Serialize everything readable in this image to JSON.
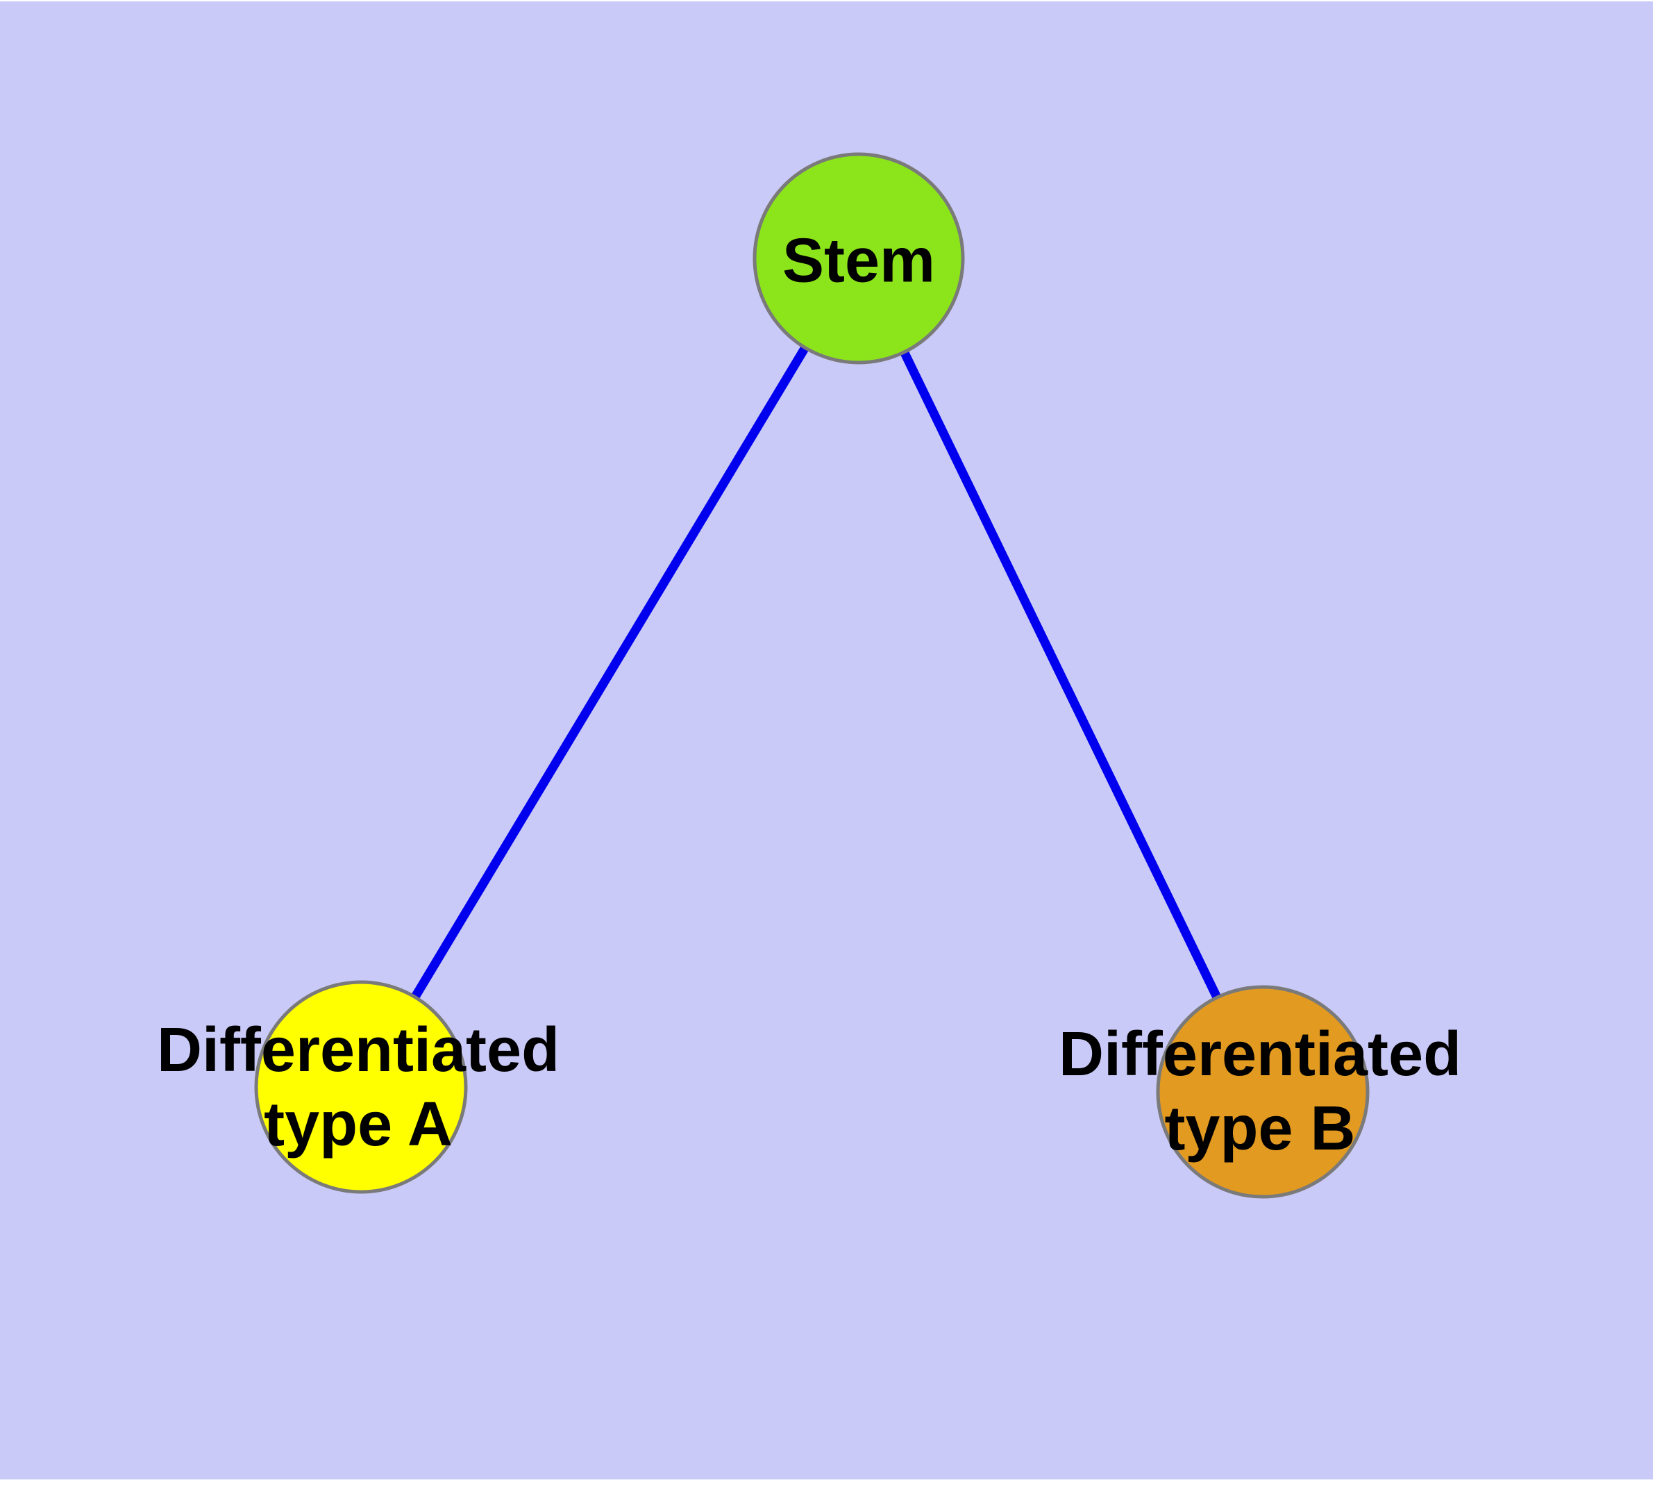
{
  "diagram": {
    "type": "graph",
    "background_color": "#CACAF8",
    "page_margin_color": "#FFFFFF",
    "edge_color": "#0000EE",
    "node_border_color": "#7A7A7A",
    "text_color": "#000000",
    "nodes": [
      {
        "id": "stem",
        "label": "Stem",
        "fill": "#8CE51A"
      },
      {
        "id": "differentiated-type-a",
        "label_lines": [
          "Differentiated",
          "type A"
        ],
        "fill": "#FFFF00"
      },
      {
        "id": "differentiated-type-b",
        "label_lines": [
          "Differentiated",
          "type B"
        ],
        "fill": "#E39A20"
      }
    ],
    "edges": [
      {
        "from": "Stem",
        "to": "Differentiated type A"
      },
      {
        "from": "Stem",
        "to": "Differentiated type B"
      }
    ]
  }
}
